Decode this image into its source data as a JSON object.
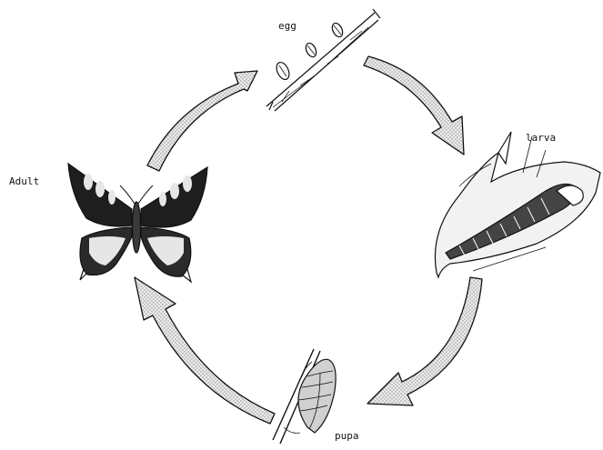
{
  "diagram": {
    "type": "cycle",
    "stages": [
      {
        "id": "egg",
        "label": "egg"
      },
      {
        "id": "larva",
        "label": "larva"
      },
      {
        "id": "pupa",
        "label": "pupa"
      },
      {
        "id": "adult",
        "label": "Adult"
      }
    ],
    "arrows": [
      {
        "from": "egg",
        "to": "larva"
      },
      {
        "from": "larva",
        "to": "pupa"
      },
      {
        "from": "pupa",
        "to": "adult"
      },
      {
        "from": "adult",
        "to": "egg"
      }
    ],
    "style": {
      "ink": "#111111",
      "arrow_fill": "#d8d8d8",
      "background": "#ffffff"
    }
  }
}
